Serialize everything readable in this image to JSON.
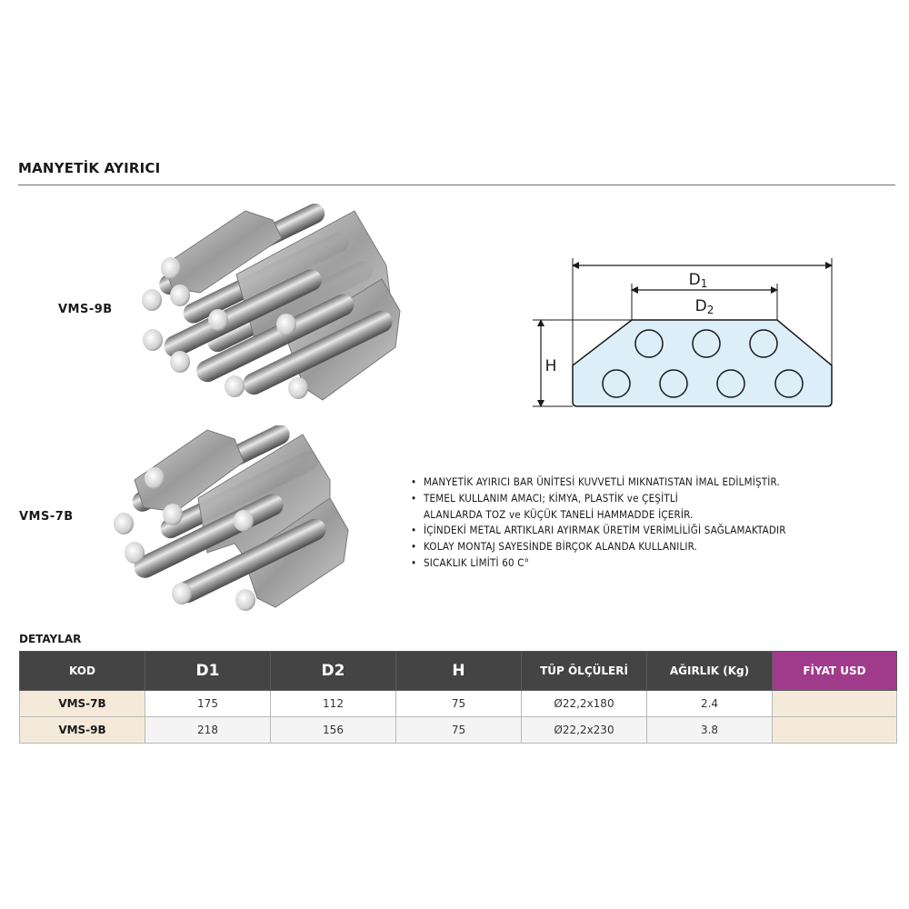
{
  "page": {
    "title": "MANYETİK AYIRICI"
  },
  "products": [
    {
      "label": "VMS-9B"
    },
    {
      "label": "VMS-7B"
    }
  ],
  "diagram": {
    "d1_label": "D",
    "d1_sub": "1",
    "d2_label": "D",
    "d2_sub": "2",
    "h_label": "H",
    "fill_color": "#dceef8",
    "stroke_color": "#1a1a1a"
  },
  "features": [
    "MANYETİK AYIRICI BAR ÜNİTESİ KUVVETLİ MIKNATISTAN İMAL EDİLMİŞTİR.",
    "TEMEL KULLANIM AMACI; KİMYA, PLASTİK ve ÇEŞİTLİ\nALANLARDA TOZ ve KÜÇÜK TANELİ HAMMADDE İÇERİR.",
    "İÇİNDEKİ METAL ARTIKLARI AYIRMAK ÜRETİM VERİMLİLİĞİ SAĞLAMAKTADIR",
    "KOLAY MONTAJ SAYESİNDE BİRÇOK ALANDA KULLANILIR.",
    "SICAKLIK LİMİTİ 60 C°"
  ],
  "details": {
    "title": "DETAYLAR",
    "header_color": "#444444",
    "price_header_color": "#a03a8a",
    "columns": [
      "KOD",
      "D1",
      "D2",
      "H",
      "TÜP ÖLÇÜLERİ",
      "AĞIRLIK (Kg)",
      "FİYAT USD"
    ],
    "rows": [
      [
        "VMS-7B",
        "175",
        "112",
        "75",
        "Ø22,2x180",
        "2.4",
        ""
      ],
      [
        "VMS-9B",
        "218",
        "156",
        "75",
        "Ø22,2x230",
        "3.8",
        ""
      ]
    ]
  }
}
